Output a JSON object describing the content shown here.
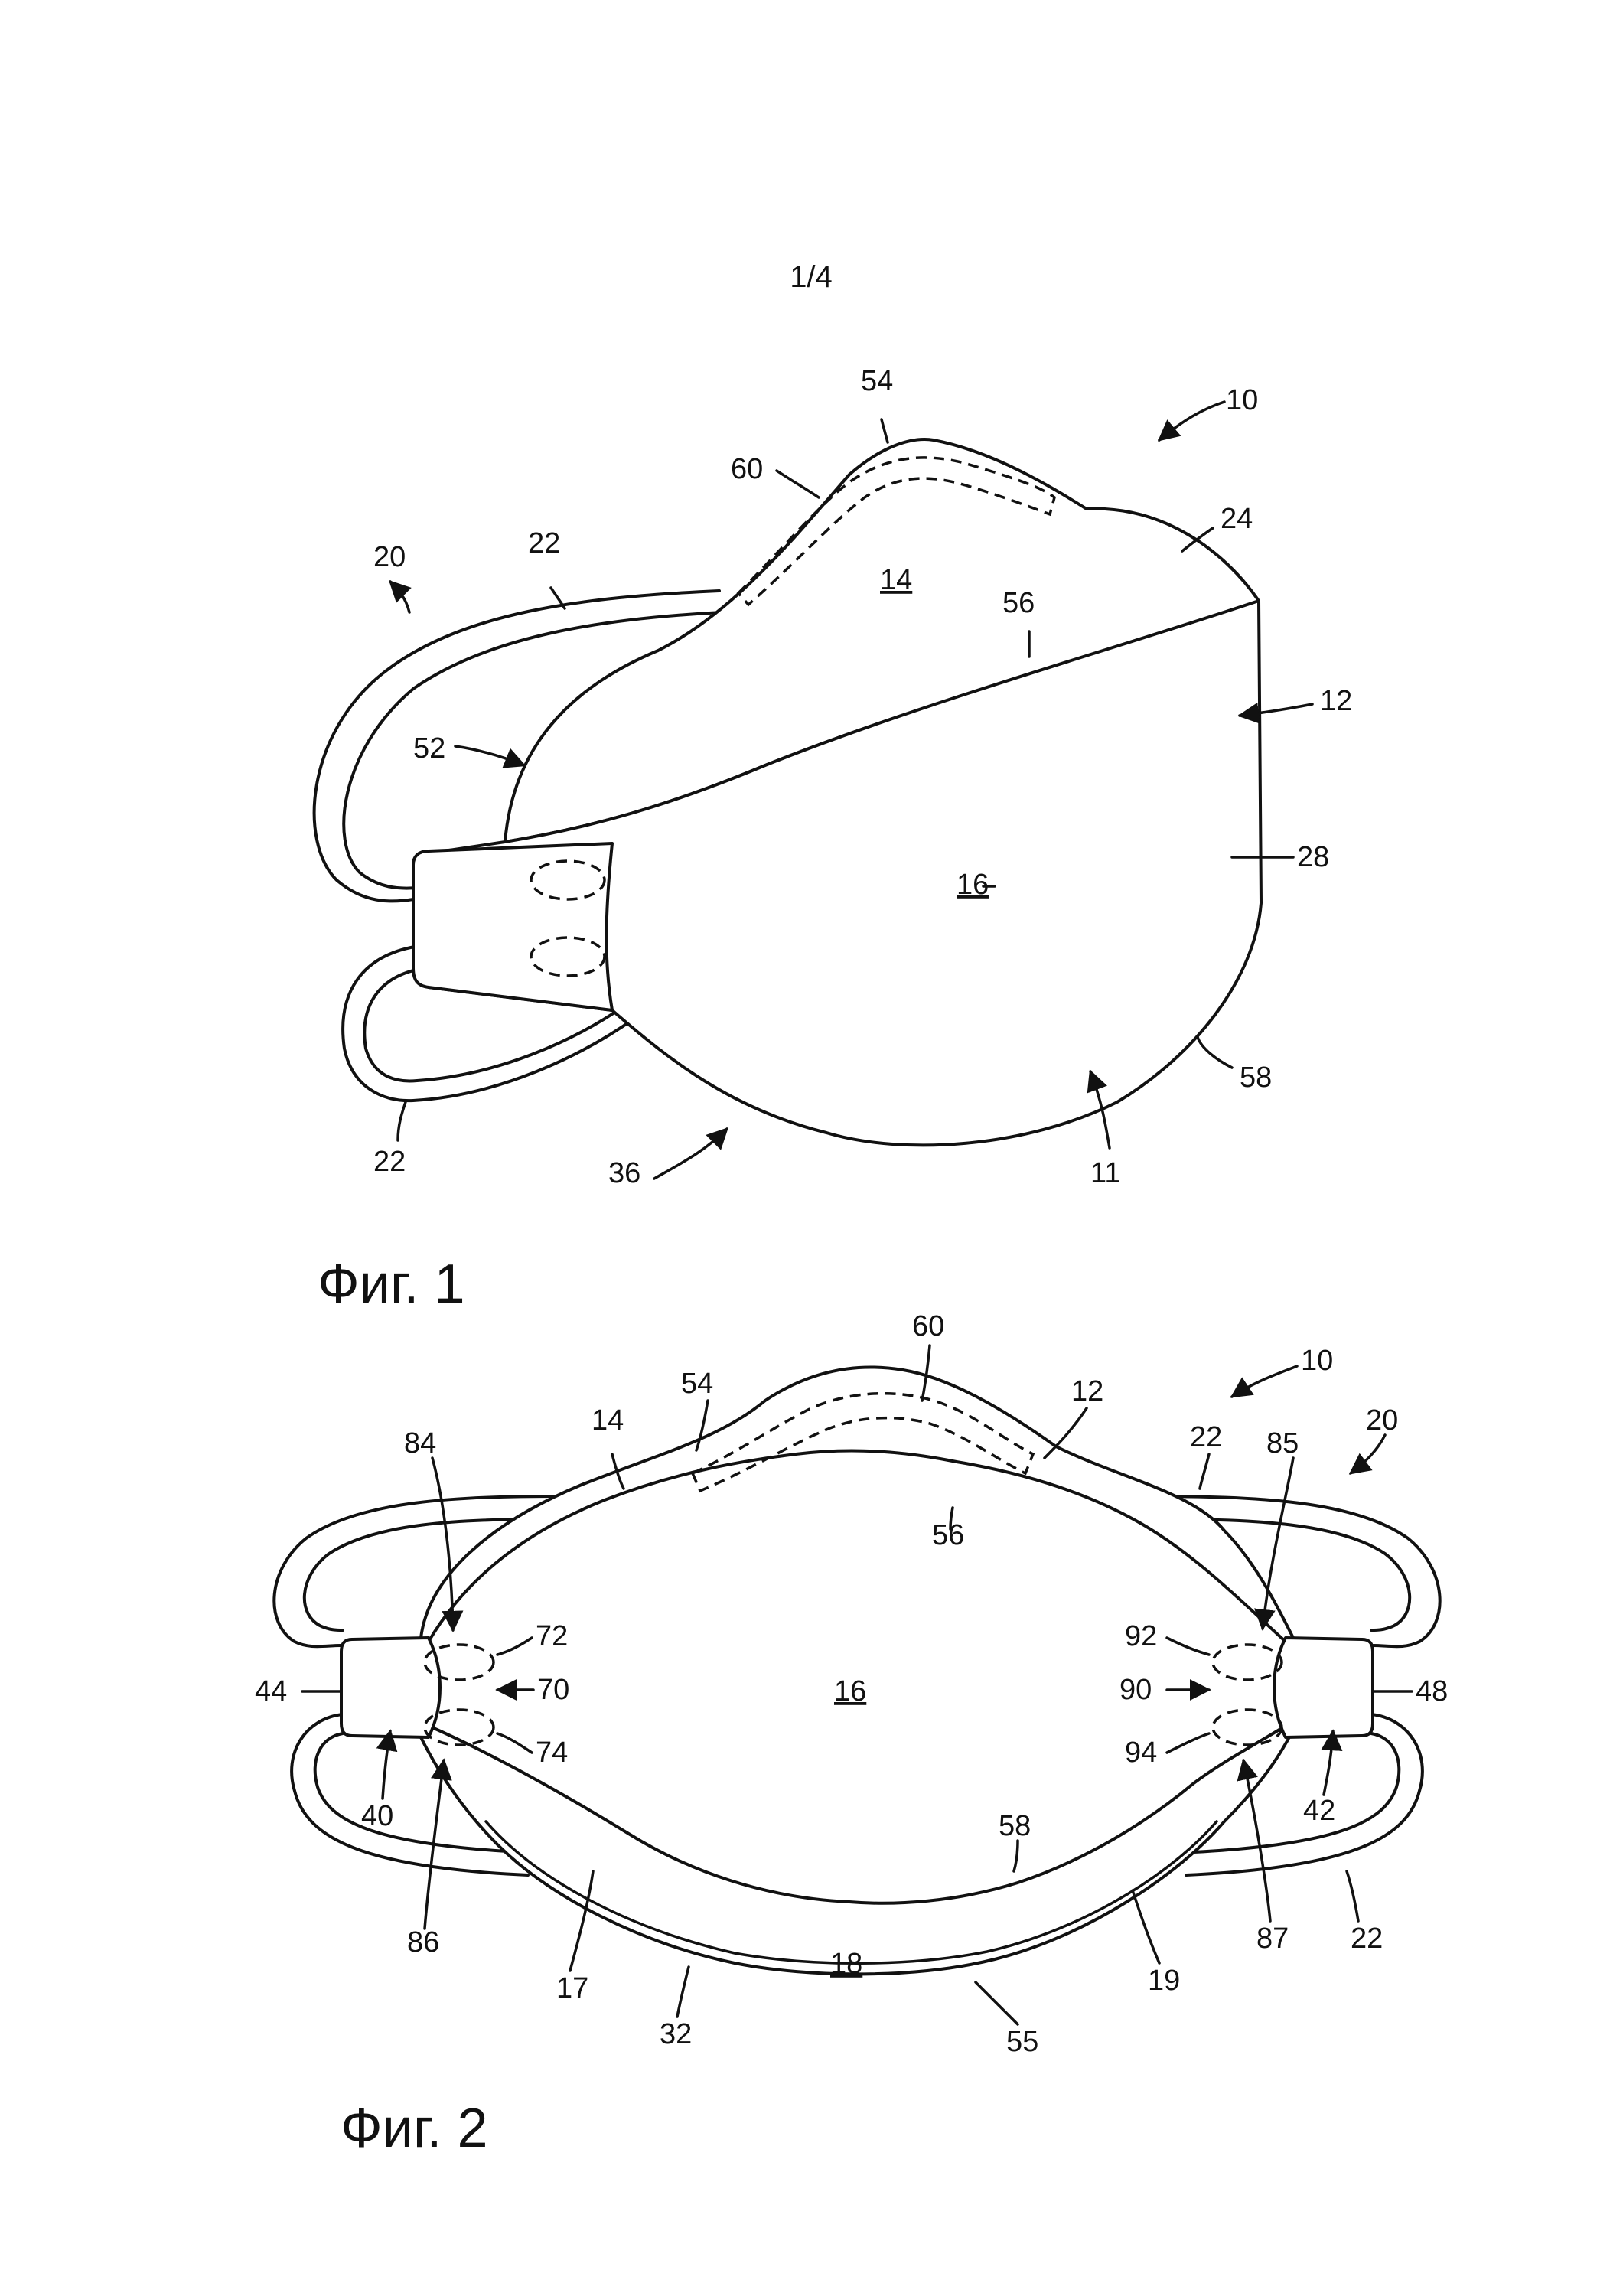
{
  "page": {
    "number": "1/4"
  },
  "figures": [
    {
      "caption": "Фиг. 1",
      "labels": {
        "r10": "10",
        "r11": "11",
        "r12": "12",
        "r14": "14",
        "r16": "16",
        "r20": "20",
        "r22a": "22",
        "r22b": "22",
        "r24": "24",
        "r28": "28",
        "r36": "36",
        "r52": "52",
        "r54": "54",
        "r56": "56",
        "r58": "58",
        "r60": "60"
      }
    },
    {
      "caption": "Фиг. 2",
      "labels": {
        "r10": "10",
        "r12": "12",
        "r14": "14",
        "r16": "16",
        "r17": "17",
        "r18": "18",
        "r19": "19",
        "r20": "20",
        "r22a": "22",
        "r22b": "22",
        "r32": "32",
        "r40": "40",
        "r42": "42",
        "r44": "44",
        "r48": "48",
        "r54": "54",
        "r55": "55",
        "r56": "56",
        "r58": "58",
        "r60": "60",
        "r70": "70",
        "r72": "72",
        "r74": "74",
        "r84": "84",
        "r85": "85",
        "r86": "86",
        "r87": "87",
        "r90": "90",
        "r92": "92",
        "r94": "94"
      }
    }
  ]
}
